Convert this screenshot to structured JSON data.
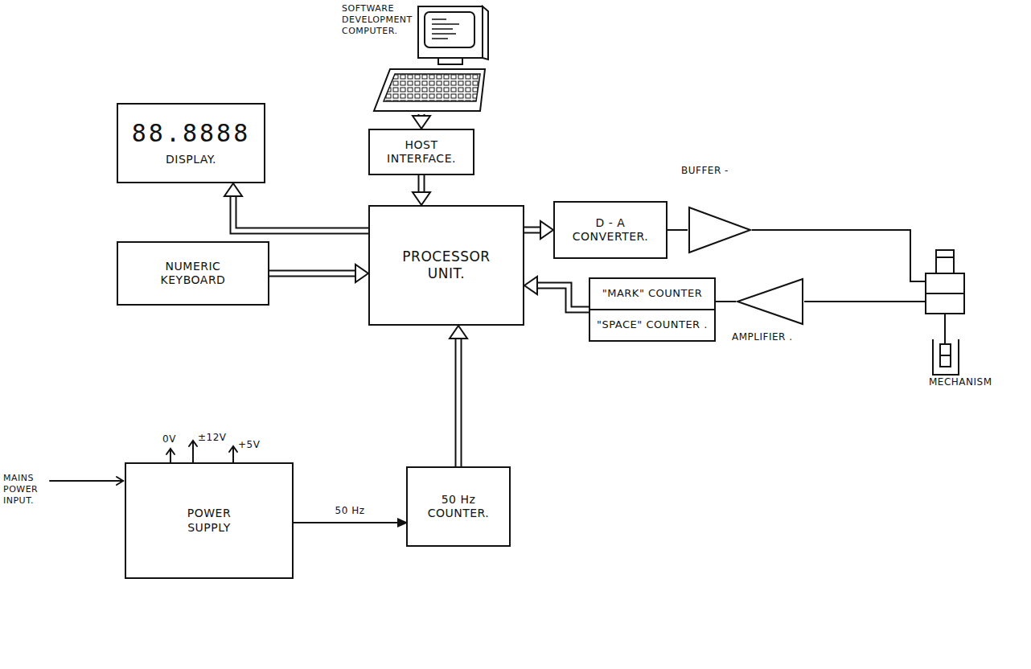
{
  "diagram": {
    "nodes": [
      {
        "text": [
          "SOFTWARE DEVELOPMENT COMPUTER."
        ]
      },
      {
        "text": [
          "88.8888",
          "DISPLAY."
        ]
      },
      {
        "text": [
          "HOST INTERFACE."
        ]
      },
      {
        "text": [
          "PROCESSOR UNIT."
        ]
      },
      {
        "text": [
          "D - A CONVERTER."
        ]
      },
      {
        "text": [
          "BUFFER -"
        ]
      },
      {
        "text": [
          "NUMERIC KEYBOARD"
        ]
      },
      {
        "text": [
          "\"MARK\" COUNTER",
          "\"SPACE\" COUNTER ."
        ]
      },
      {
        "text": [
          "AMPLIFIER ."
        ]
      },
      {
        "text": [
          "MECHANISM"
        ]
      },
      {
        "text": [
          "POWER SUPPLY"
        ]
      },
      {
        "text": [
          "50 Hz COUNTER."
        ]
      }
    ],
    "edges": [
      {
        "from": 0,
        "to": 2,
        "arrow": "to"
      },
      {
        "from": 2,
        "to": 3,
        "arrow": "to"
      },
      {
        "from": 3,
        "to": 1,
        "arrow": "to"
      },
      {
        "from": 6,
        "to": 3,
        "arrow": "to"
      },
      {
        "from": 3,
        "to": 4,
        "arrow": "to"
      },
      {
        "from": 4,
        "to": 5,
        "arrow": "none"
      },
      {
        "from": 5,
        "to": 9,
        "arrow": "none"
      },
      {
        "from": 9,
        "to": 8,
        "arrow": "none"
      },
      {
        "from": 8,
        "to": 7,
        "arrow": "none"
      },
      {
        "from": 7,
        "to": 3,
        "arrow": "to"
      },
      {
        "from": 11,
        "to": 3,
        "arrow": "to"
      },
      {
        "from": 10,
        "to": 11,
        "label": "50 Hz",
        "arrow": "to"
      }
    ],
    "labels": [
      "0V",
      "±12V",
      "+5V",
      "MAINS POWER INPUT."
    ]
  }
}
